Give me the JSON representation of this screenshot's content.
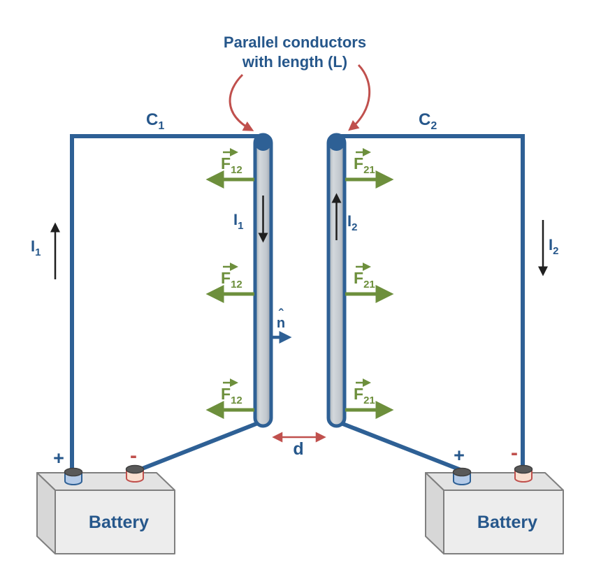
{
  "title": {
    "line1": "Parallel conductors",
    "line2": "with length (L)"
  },
  "conductors": {
    "left": {
      "name": {
        "base": "C",
        "sub": "1"
      },
      "current": {
        "base": "I",
        "sub": "1"
      },
      "rod_current_direction": "down",
      "outer_current_direction": "up",
      "force": {
        "base": "F",
        "sub": "12"
      },
      "force_direction": "left",
      "force_arrow_count": 3
    },
    "right": {
      "name": {
        "base": "C",
        "sub": "2"
      },
      "current": {
        "base": "I",
        "sub": "2"
      },
      "rod_current_direction": "up",
      "outer_current_direction": "down",
      "force": {
        "base": "F",
        "sub": "21"
      },
      "force_direction": "right",
      "force_arrow_count": 3
    }
  },
  "normal_vector": {
    "symbol": "n",
    "hat": "ˆ"
  },
  "separation_label": "d",
  "batteries": {
    "label": "Battery",
    "plus": "+",
    "minus": "-"
  },
  "colors": {
    "wire_blue": "#2E6095",
    "text_blue": "#26578B",
    "force_green": "#6D8F3C",
    "accent_red": "#C0504D",
    "rod_gray": "#C3C9CE",
    "battery_gray": "#EDEDED",
    "terminal_blue": "#B5CBE8",
    "terminal_pink": "#F9DFD0",
    "cap_gray": "#595959",
    "arrow_black": "#1F1F1F"
  }
}
